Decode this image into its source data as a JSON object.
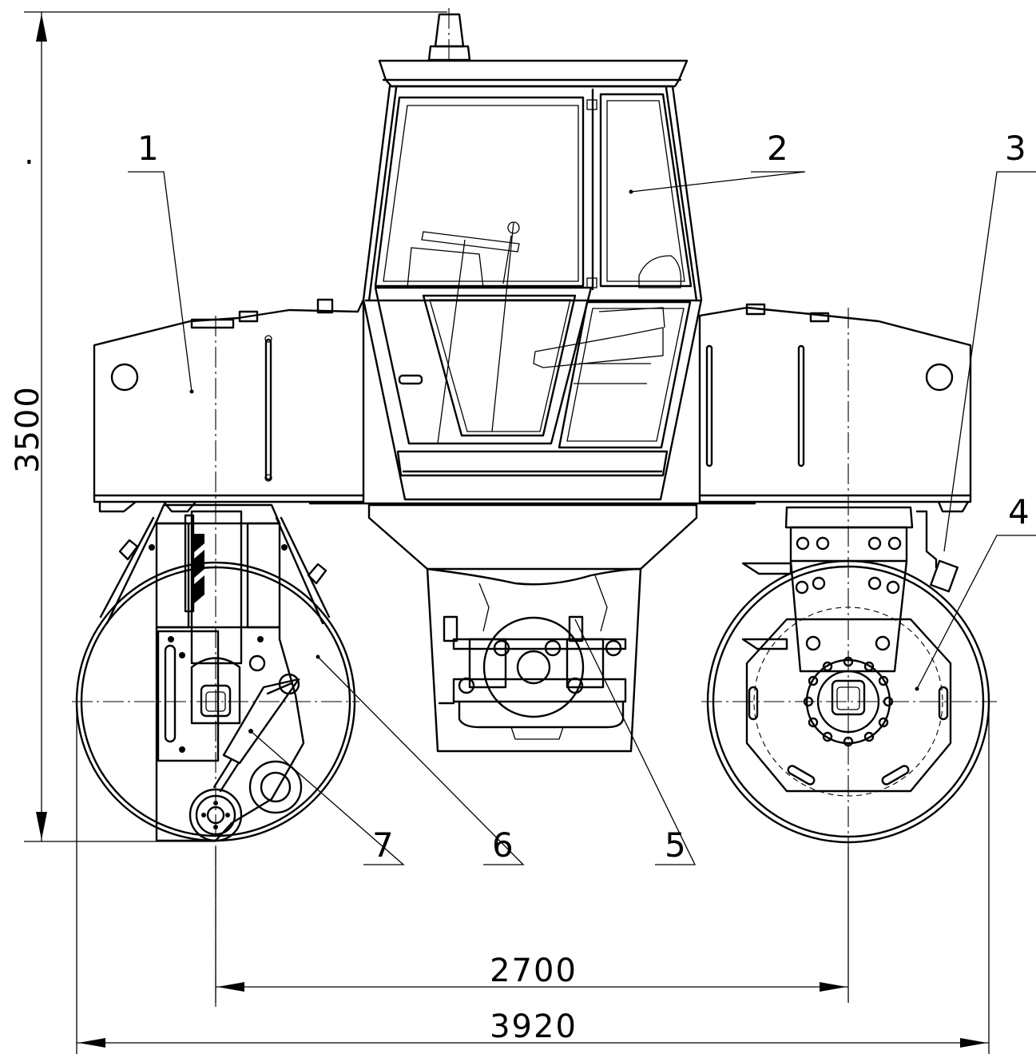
{
  "labels": [
    "1",
    "2",
    "3",
    "4",
    "5",
    "6",
    "7"
  ],
  "dimensions": {
    "height": "3500",
    "wheelbase": "2700",
    "overall_length": "3920"
  },
  "stray_mark": "."
}
